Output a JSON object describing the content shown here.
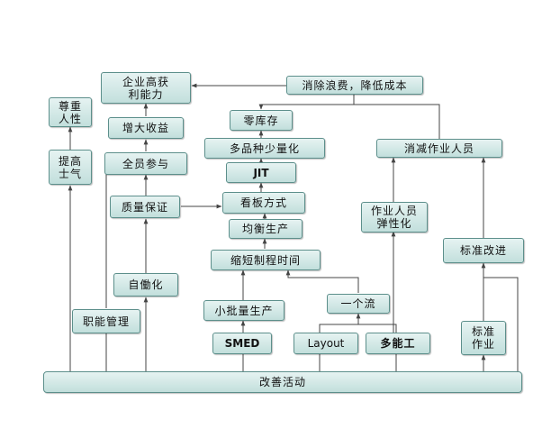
{
  "nodes": {
    "profit": "企业高获\n利能力",
    "respect": "尊重\n人性",
    "waste": "消除浪费，降低成本",
    "revenue": "增大收益",
    "zero_inventory": "零库存",
    "morale": "提高\n士气",
    "multi_variety": "多品种少量化",
    "reduce_staff": "消减作业人员",
    "all_staff": "全员参与",
    "jit": "JIT",
    "quality": "质量保证",
    "kanban": "看板方式",
    "flex_staff": "作业人员\n弹性化",
    "leveling": "均衡生产",
    "std_improve": "标准改进",
    "lead_time": "缩短制程时间",
    "jidoka": "自働化",
    "one_flow": "一个流",
    "small_batch": "小批量生产",
    "job_mgmt": "职能管理",
    "std_work": "标准\n作业",
    "smed": "SMED",
    "layout": "Layout",
    "multi_skill": "多能工",
    "kaizen": "改善活动"
  }
}
